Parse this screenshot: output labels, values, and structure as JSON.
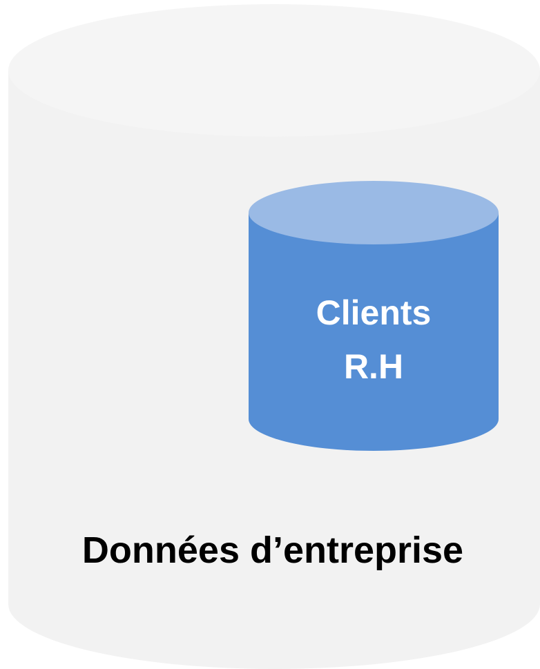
{
  "outer_database": {
    "label": "Données d’entreprise",
    "side_color": "#f2f2f2",
    "top_color": "#f5f5f5",
    "label_color": "#000000"
  },
  "inner_database": {
    "lines": [
      "Clients",
      "R.H"
    ],
    "side_color": "#558ed5",
    "top_color": "#9abae5",
    "label_color": "#ffffff"
  }
}
